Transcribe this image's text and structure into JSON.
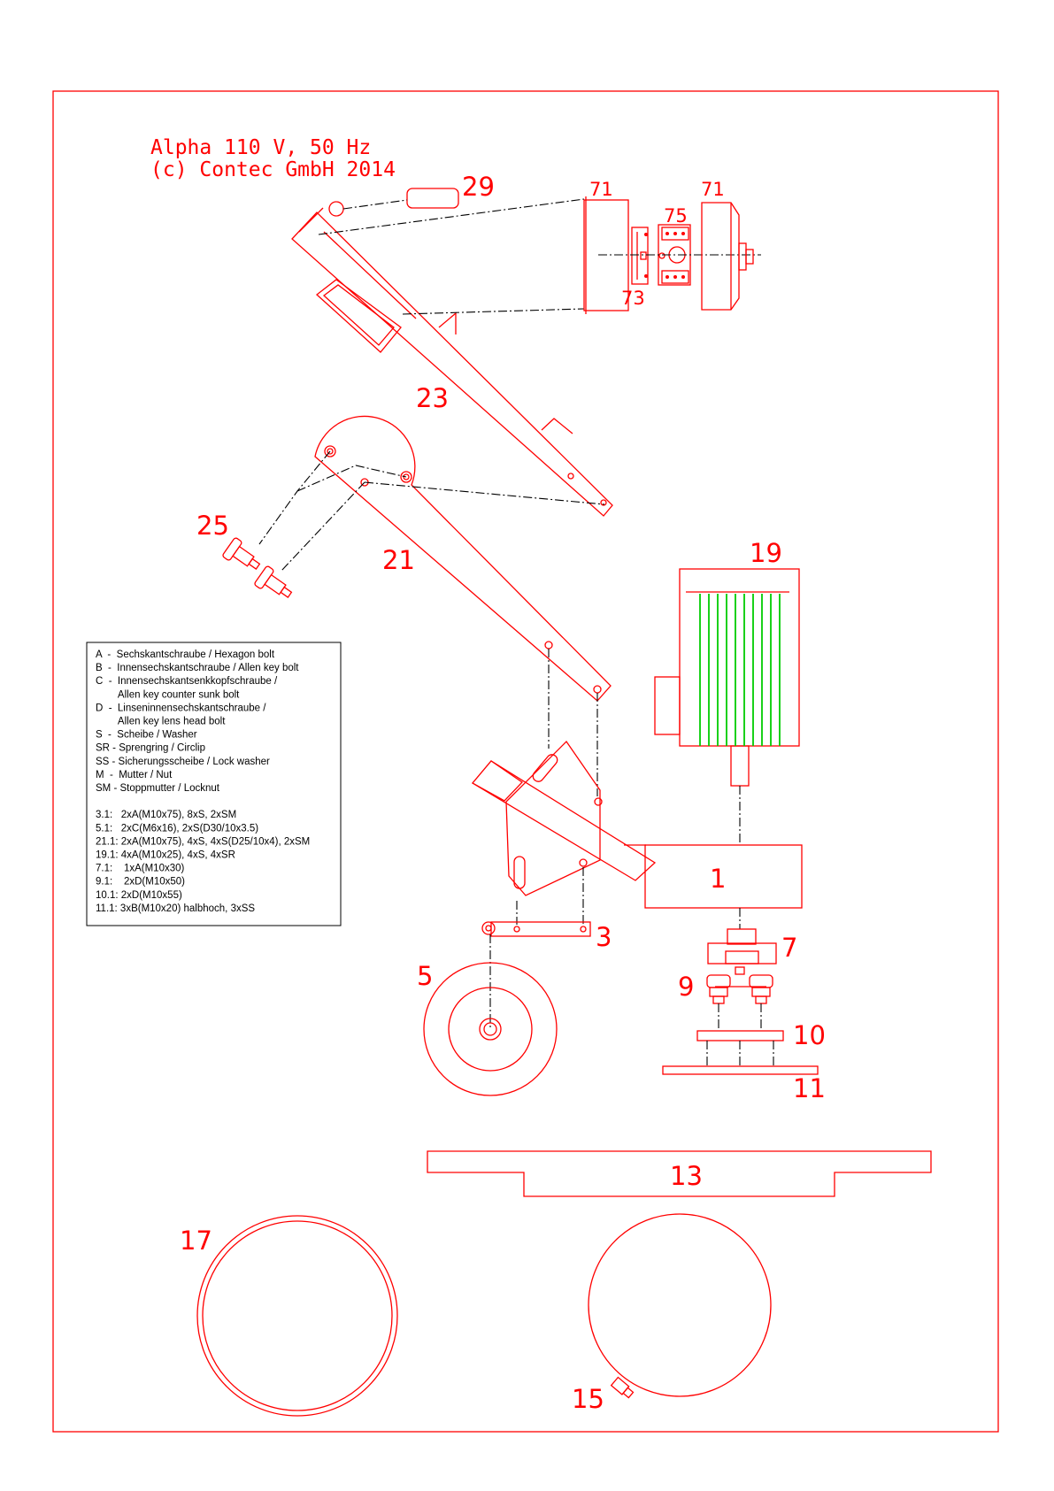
{
  "header": {
    "line1": "Alpha 110 V, 50 Hz",
    "line2": "(c) Contec GmbH 2014"
  },
  "callouts": {
    "p1": "1",
    "p3": "3",
    "p5": "5",
    "p7": "7",
    "p9": "9",
    "p10": "10",
    "p11": "11",
    "p13": "13",
    "p15": "15",
    "p17": "17",
    "p19": "19",
    "p21": "21",
    "p23": "23",
    "p25": "25",
    "p29": "29",
    "p71a": "71",
    "p71b": "71",
    "p73": "73",
    "p75": "75"
  },
  "legend": {
    "abbreviations": [
      "A  -  Sechskantschraube / Hexagon bolt",
      "B  -  Innensechskantschraube / Allen key bolt",
      "C  -  Innensechskantsenkkopfschraube /",
      "        Allen key counter sunk bolt",
      "D  -  Linseninnensechskantschraube /",
      "        Allen key lens head bolt",
      "S  -  Scheibe / Washer",
      "SR - Sprengring / Circlip",
      "SS - Sicherungsscheibe / Lock washer",
      "M  -  Mutter / Nut",
      "SM - Stoppmutter / Locknut"
    ],
    "fasteners": [
      "3.1:   2xA(M10x75), 8xS, 2xSM",
      "5.1:   2xC(M6x16), 2xS(D30/10x3.5)",
      "21.1: 2xA(M10x75), 4xS, 4xS(D25/10x4), 2xSM",
      "19.1: 4xA(M10x25), 4xS, 4xSR",
      "7.1:    1xA(M10x30)",
      "9.1:    2xD(M10x50)",
      "10.1: 2xD(M10x55)",
      "11.1: 3xB(M10x20) halbhoch, 3xSS"
    ]
  },
  "colors": {
    "line": "#ff0000",
    "centerline": "#000000",
    "motor_fins": "#00cc00",
    "highlight": "#00cccc"
  }
}
